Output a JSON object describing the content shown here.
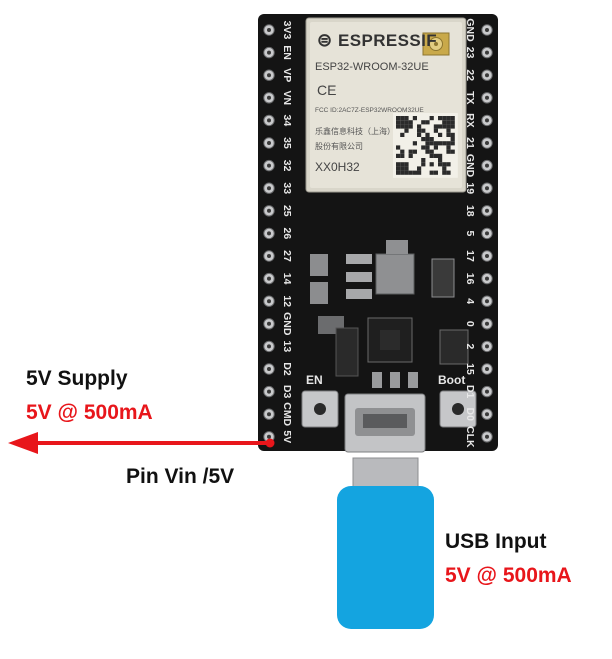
{
  "board": {
    "brand": "ESPRESSIF",
    "module": "ESP32-WROOM-32UE",
    "fcc": "FCC ID:2AC7Z-ESP32WROOM32UE",
    "maker_line1": "乐鑫信息科技（上海）",
    "maker_line2": "股份有限公司",
    "code": "XX0H32",
    "ce": "CE",
    "button_en": "EN",
    "button_boot": "Boot",
    "left_pins": [
      "3V3",
      "EN",
      "VP",
      "VN",
      "34",
      "35",
      "32",
      "33",
      "25",
      "26",
      "27",
      "14",
      "12",
      "GND",
      "13",
      "D2",
      "D3",
      "CMD",
      "5V"
    ],
    "right_pins": [
      "GND",
      "23",
      "22",
      "TX",
      "RX",
      "21",
      "GND",
      "19",
      "18",
      "5",
      "17",
      "16",
      "4",
      "0",
      "2",
      "15",
      "D1",
      "D0",
      "CLK"
    ]
  },
  "supply": {
    "title": "5V Supply",
    "rating": "5V @ 500mA",
    "pin_label": "Pin Vin /5V"
  },
  "usb": {
    "title": "USB Input",
    "rating": "5V @ 500mA"
  },
  "colors": {
    "board": "#141414",
    "accent": "#e8161b",
    "usb_body": "#14a4e0",
    "module_shield": "#d7d4c8"
  }
}
